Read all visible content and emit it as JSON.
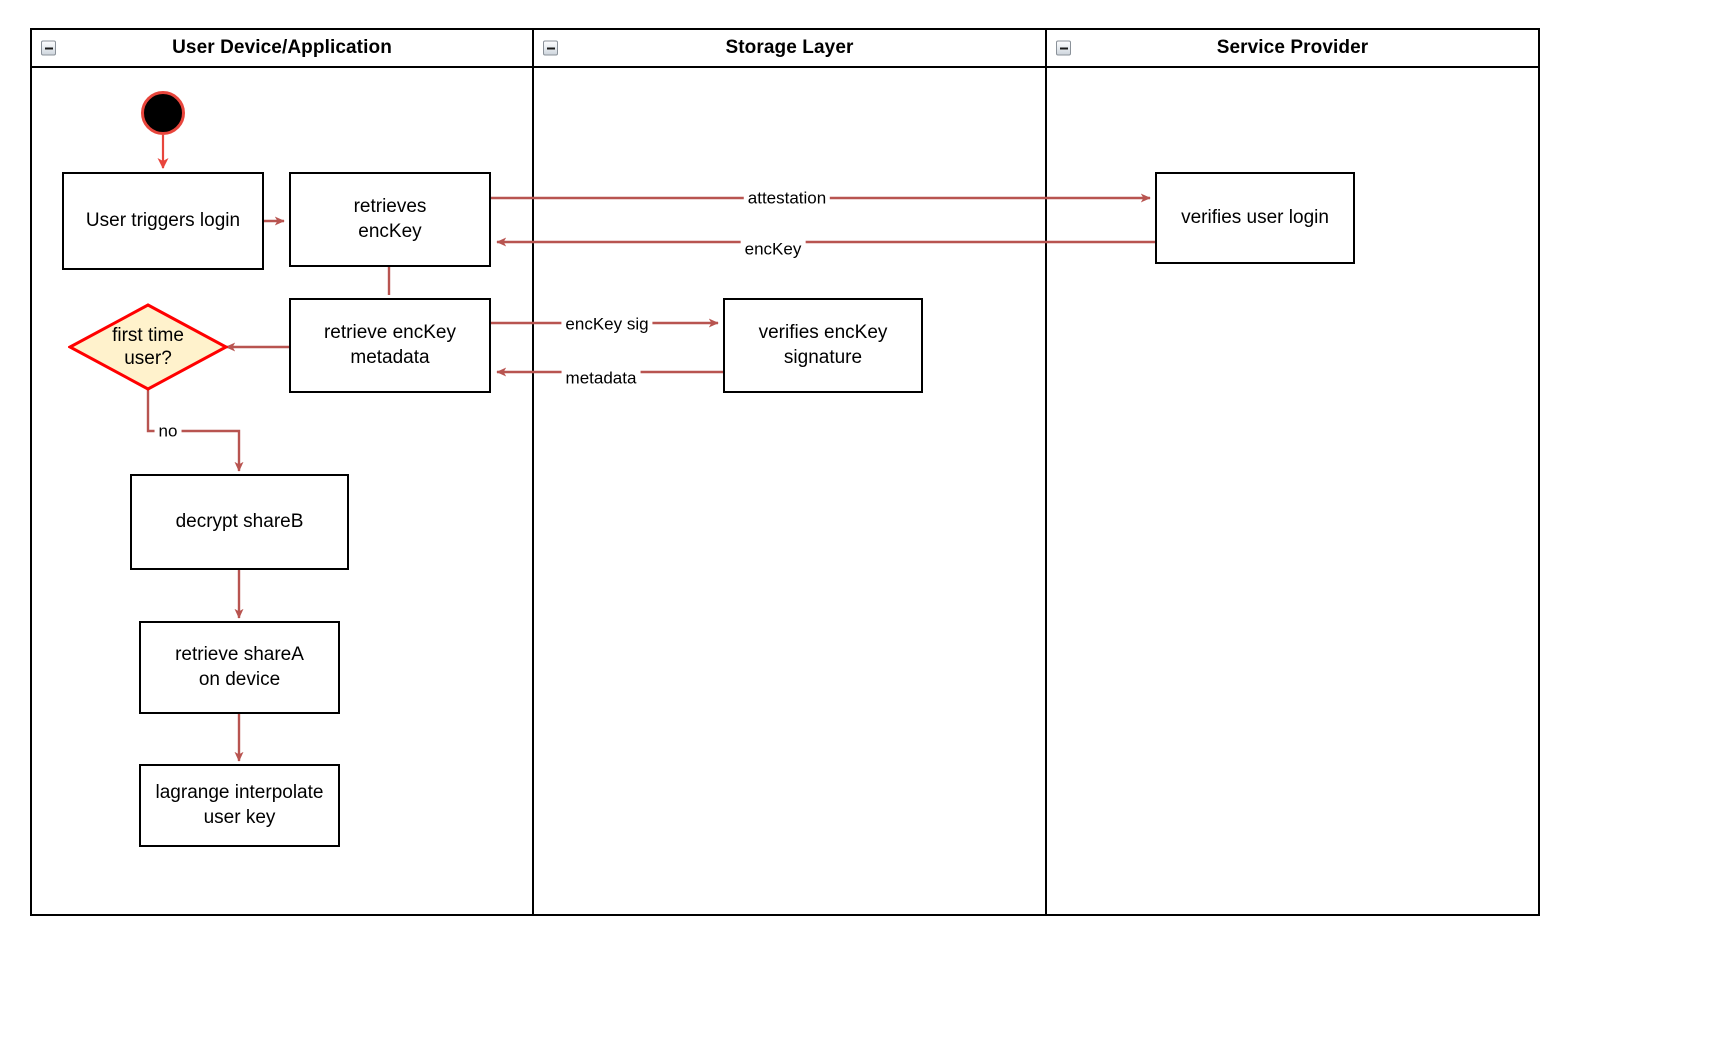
{
  "diagram": {
    "type": "swimlane-activity-diagram",
    "lanes": [
      {
        "id": "user-device",
        "title": "User Device/Application",
        "collapse_icon": "collapse-minus-icon"
      },
      {
        "id": "storage-layer",
        "title": "Storage Layer",
        "collapse_icon": "collapse-minus-icon"
      },
      {
        "id": "service-provider",
        "title": "Service Provider",
        "collapse_icon": "collapse-minus-icon"
      }
    ],
    "start_node": {
      "name": "start-node",
      "shape": "filled-circle"
    },
    "nodes": [
      {
        "id": "user-triggers-login",
        "lane": "user-device",
        "shape": "process",
        "label": "User triggers login"
      },
      {
        "id": "retrieves-enckey",
        "lane": "user-device",
        "shape": "process",
        "label": "retrieves\nencKey"
      },
      {
        "id": "retrieve-enckey-metadata",
        "lane": "user-device",
        "shape": "process",
        "label": "retrieve encKey\nmetadata"
      },
      {
        "id": "first-time-user",
        "lane": "user-device",
        "shape": "decision",
        "label": "first time\nuser?"
      },
      {
        "id": "decrypt-shareb",
        "lane": "user-device",
        "shape": "process",
        "label": "decrypt shareB"
      },
      {
        "id": "retrieve-sharea-on-device",
        "lane": "user-device",
        "shape": "process",
        "label": "retrieve shareA\non device"
      },
      {
        "id": "lagrange-interpolate-user-key",
        "lane": "user-device",
        "shape": "process",
        "label": "lagrange interpolate\nuser key"
      },
      {
        "id": "verifies-enckey-signature",
        "lane": "storage-layer",
        "shape": "process",
        "label": "verifies encKey\nsignature"
      },
      {
        "id": "verifies-user-login",
        "lane": "service-provider",
        "shape": "process",
        "label": "verifies user login"
      }
    ],
    "edges": [
      {
        "id": "start-to-login",
        "from": "start-node",
        "to": "user-triggers-login",
        "label": ""
      },
      {
        "id": "login-to-retrieves",
        "from": "user-triggers-login",
        "to": "retrieves-enckey",
        "label": ""
      },
      {
        "id": "attestation",
        "from": "retrieves-enckey",
        "to": "verifies-user-login",
        "label": "attestation"
      },
      {
        "id": "enckey-return",
        "from": "verifies-user-login",
        "to": "retrieves-enckey",
        "label": "encKey"
      },
      {
        "id": "retrieves-to-metadata",
        "from": "retrieves-enckey",
        "to": "retrieve-enckey-metadata",
        "label": ""
      },
      {
        "id": "enckey-sig",
        "from": "retrieve-enckey-metadata",
        "to": "verifies-enckey-signature",
        "label": "encKey sig"
      },
      {
        "id": "metadata-return",
        "from": "verifies-enckey-signature",
        "to": "retrieve-enckey-metadata",
        "label": "metadata"
      },
      {
        "id": "metadata-to-decision",
        "from": "retrieve-enckey-metadata",
        "to": "first-time-user",
        "label": ""
      },
      {
        "id": "decision-no",
        "from": "first-time-user",
        "to": "decrypt-shareb",
        "label": "no"
      },
      {
        "id": "shareb-to-sharea",
        "from": "decrypt-shareb",
        "to": "retrieve-sharea-on-device",
        "label": ""
      },
      {
        "id": "sharea-to-lagrange",
        "from": "retrieve-sharea-on-device",
        "to": "lagrange-interpolate-user-key",
        "label": ""
      }
    ],
    "colors": {
      "edge": "#b85450",
      "start_ring": "#e8453c",
      "decision_fill": "#fff2cc",
      "decision_stroke": "#ff0000",
      "node_stroke": "#000000",
      "node_fill": "#ffffff",
      "lane_stroke": "#000000"
    }
  }
}
